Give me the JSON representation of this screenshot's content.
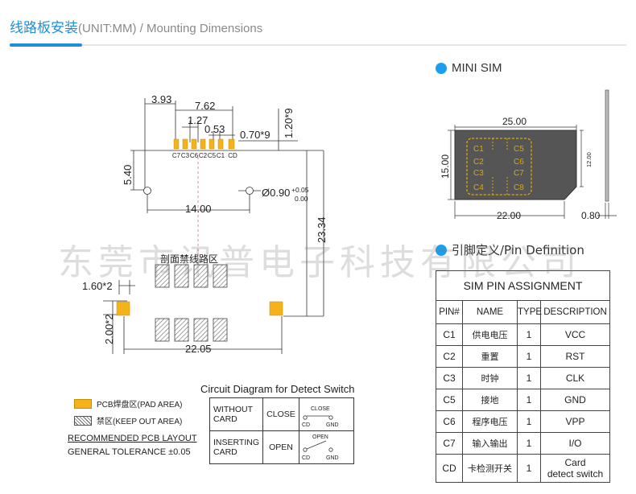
{
  "header": {
    "title_cn": "线路板安装",
    "title_unit": "(UNIT:MM) / Mounting Dimensions"
  },
  "pcb": {
    "dims": {
      "d393": "3.93",
      "d762": "7.62",
      "d127": "1.27",
      "d053": "0.53",
      "d070": "0.70*9",
      "d120": "1.20*9",
      "d540": "5.40",
      "d1400": "14.00",
      "hole_main": "Ø0.90",
      "hole_tol_plus": "+0.05",
      "hole_tol_minus": "0.00",
      "d2334": "23.34",
      "d160": "1.60*2",
      "d200": "2.00*2",
      "d2205": "22.05"
    },
    "pin_labels": [
      "C7",
      "C3",
      "C6",
      "C2",
      "C5",
      "C1",
      "CD"
    ],
    "section_label": "剖面禁线路区"
  },
  "legend": {
    "pad_area": "PCB焊盘区(PAD AREA)",
    "keep_out": "禁区(KEEP OUT AREA)",
    "recommended": "RECOMMENDED PCB LAYOUT",
    "tolerance": "GENERAL TOLERANCE ±0.05"
  },
  "circuit": {
    "title": "Circuit Diagram for Detect Switch",
    "rows": [
      {
        "state": "WITHOUT CARD",
        "result": "CLOSE",
        "sw_label": "CLOSE",
        "cd": "CD",
        "gnd": "GND"
      },
      {
        "state": "INSERTING CARD",
        "result": "OPEN",
        "sw_label": "OPEN",
        "cd": "CD",
        "gnd": "GND"
      }
    ]
  },
  "mini_sim": {
    "heading": "MINI SIM",
    "w": "25.00",
    "h": "15.00",
    "bottom": "22.00",
    "small": "12.00",
    "thick": "0.80",
    "contacts": [
      "C1",
      "C5",
      "C2",
      "C6",
      "C3",
      "C7",
      "C4",
      "C8"
    ]
  },
  "pin_def": {
    "heading": "引脚定义/Pin Definition",
    "caption": "SIM PIN ASSIGNMENT",
    "columns": [
      "PIN#",
      "NAME",
      "TYPE",
      "DESCRIPTION"
    ],
    "rows": [
      {
        "pin": "C1",
        "name": "供电电压",
        "type": "1",
        "desc": "VCC"
      },
      {
        "pin": "C2",
        "name": "重置",
        "type": "1",
        "desc": "RST"
      },
      {
        "pin": "C3",
        "name": "时钟",
        "type": "1",
        "desc": "CLK"
      },
      {
        "pin": "C5",
        "name": "接地",
        "type": "1",
        "desc": "GND"
      },
      {
        "pin": "C6",
        "name": "程序电压",
        "type": "1",
        "desc": "VPP"
      },
      {
        "pin": "C7",
        "name": "输入输出",
        "type": "1",
        "desc": "I/O"
      },
      {
        "pin": "CD",
        "name": "卡检测开关",
        "type": "1",
        "desc": "Card",
        "desc2": "detect switch"
      }
    ]
  },
  "watermark": "东莞市讯普电子科技有限公司",
  "colors": {
    "accent": "#1a8fe0",
    "pad": "#f5b21a",
    "sim_dash": "#e0a800"
  }
}
